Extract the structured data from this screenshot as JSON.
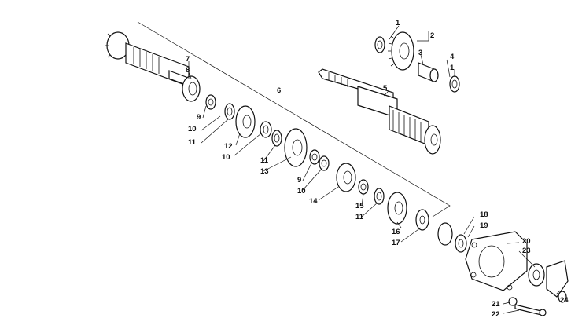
{
  "callouts": [
    "1",
    "2",
    "3",
    "4",
    "5",
    "6",
    "7",
    "8",
    "9",
    "10",
    "11",
    "12",
    "13",
    "14",
    "15",
    "16",
    "17",
    "18",
    "19",
    "20",
    "21",
    "22",
    "23",
    "24"
  ],
  "extra_callouts": {
    "one_b": "1",
    "nine_b": "9",
    "ten_b": "10",
    "ten_c": "10",
    "eleven_b": "11",
    "eleven_c": "11"
  }
}
